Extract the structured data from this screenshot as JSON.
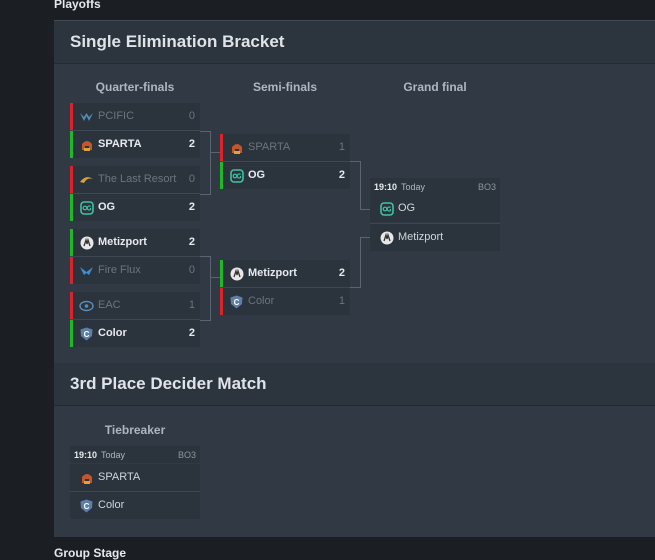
{
  "page": {
    "heading": "Playoffs",
    "footer_heading": "Group Stage"
  },
  "bracket": {
    "title": "Single Elimination Bracket",
    "rounds": [
      "Quarter-finals",
      "Semi-finals",
      "Grand final"
    ],
    "quarterfinals": [
      {
        "team1": {
          "name": "PCIFIC",
          "score": "0"
        },
        "team2": {
          "name": "SPARTA",
          "score": "2"
        }
      },
      {
        "team1": {
          "name": "The Last Resort",
          "score": "0"
        },
        "team2": {
          "name": "OG",
          "score": "2"
        }
      },
      {
        "team1": {
          "name": "Metizport",
          "score": "2"
        },
        "team2": {
          "name": "Fire Flux",
          "score": "0"
        }
      },
      {
        "team1": {
          "name": "EAC",
          "score": "1"
        },
        "team2": {
          "name": "Color",
          "score": "2"
        }
      }
    ],
    "semifinals": [
      {
        "team1": {
          "name": "SPARTA",
          "score": "1"
        },
        "team2": {
          "name": "OG",
          "score": "2"
        }
      },
      {
        "team1": {
          "name": "Metizport",
          "score": "2"
        },
        "team2": {
          "name": "Color",
          "score": "1"
        }
      }
    ],
    "grand_final": {
      "time": "19:10",
      "day": "Today",
      "format": "BO3",
      "team1": {
        "name": "OG"
      },
      "team2": {
        "name": "Metizport"
      }
    }
  },
  "third_place": {
    "title": "3rd Place Decider Match",
    "round": "Tiebreaker",
    "match": {
      "time": "19:10",
      "day": "Today",
      "format": "BO3",
      "team1": {
        "name": "SPARTA"
      },
      "team2": {
        "name": "Color"
      }
    }
  },
  "colors": {
    "win": "#1fb82b",
    "lose": "#d8242a",
    "panel": "#313a44"
  },
  "icons": {
    "pcific": "pcific-wing-icon",
    "sparta": "sparta-helmet-icon",
    "tlr": "last-resort-icon",
    "og": "og-icon",
    "metizport": "metizport-icon",
    "fireflux": "fire-flux-icon",
    "eac": "eac-icon",
    "color": "color-shield-icon"
  }
}
